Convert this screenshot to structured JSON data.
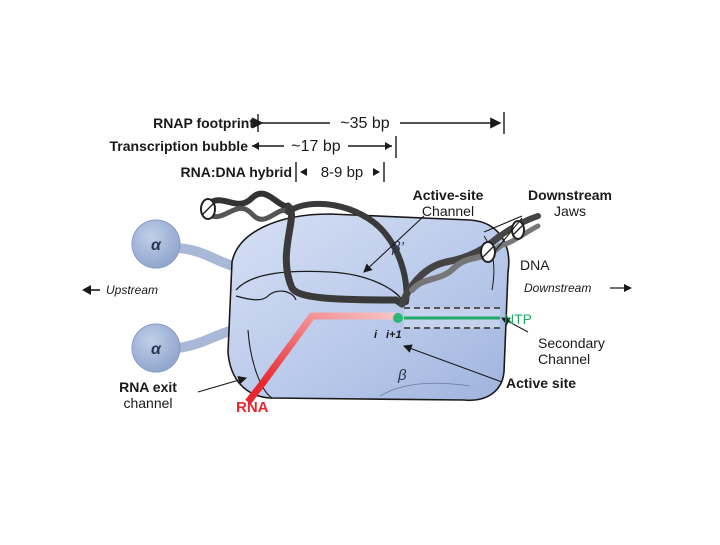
{
  "scale_labels": {
    "footprint": "RNAP footprint",
    "bubble": "Transcription bubble",
    "hybrid": "RNA:DNA hybrid",
    "footprint_len": "~35 bp",
    "bubble_len": "~17 bp",
    "hybrid_len": "8-9 bp"
  },
  "labels": {
    "active_site_channel": [
      "Active-site",
      "Channel"
    ],
    "downstream_jaws": [
      "Downstream",
      "Jaws"
    ],
    "dna": "DNA",
    "upstream": "Upstream",
    "downstream": "Downstream",
    "ntp": "NTP",
    "secondary_channel": [
      "Secondary",
      "Channel"
    ],
    "active_site": "Active site",
    "rna_exit_channel": [
      "RNA exit",
      "channel"
    ],
    "rna": "RNA",
    "i": "i",
    "i_plus_1": "i+1"
  },
  "subunits": {
    "alpha_top": "α",
    "alpha_bottom": "α",
    "beta_prime": "β’",
    "beta": "β"
  },
  "colors": {
    "enzyme_body": "#b8c8ea",
    "alpha": "#9cb0d6",
    "dna_strand": "#333333",
    "rna": "#e8282e",
    "ntp": "#22a868",
    "label_dark": "#1a1a1a"
  }
}
